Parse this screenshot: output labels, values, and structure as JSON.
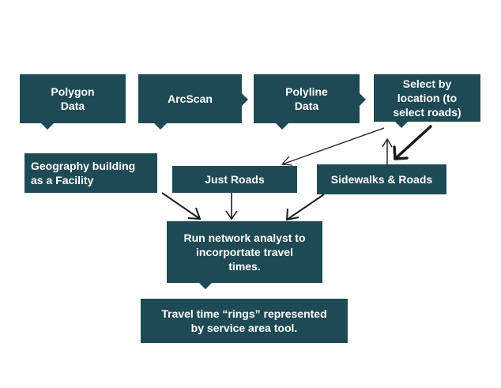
{
  "diagram": {
    "colors": {
      "box_fill": "#1e4a55",
      "box_text": "#ffffff",
      "arrow": "#1a1a1a",
      "background": "#ffffff"
    },
    "nodes": {
      "polygon_data": "Polygon\nData",
      "arcscan": "ArcScan",
      "polyline_data": "Polyline\nData",
      "select_by_location": "Select by\nlocation (to\nselect roads)",
      "geography_building": "Geography building\nas a Facility",
      "just_roads": "Just Roads",
      "sidewalks_roads": "Sidewalks & Roads",
      "run_network_analyst": "Run network analyst to\nincorportate travel\ntimes.",
      "travel_time_rings": "Travel time “rings” represented\nby service area tool."
    }
  }
}
